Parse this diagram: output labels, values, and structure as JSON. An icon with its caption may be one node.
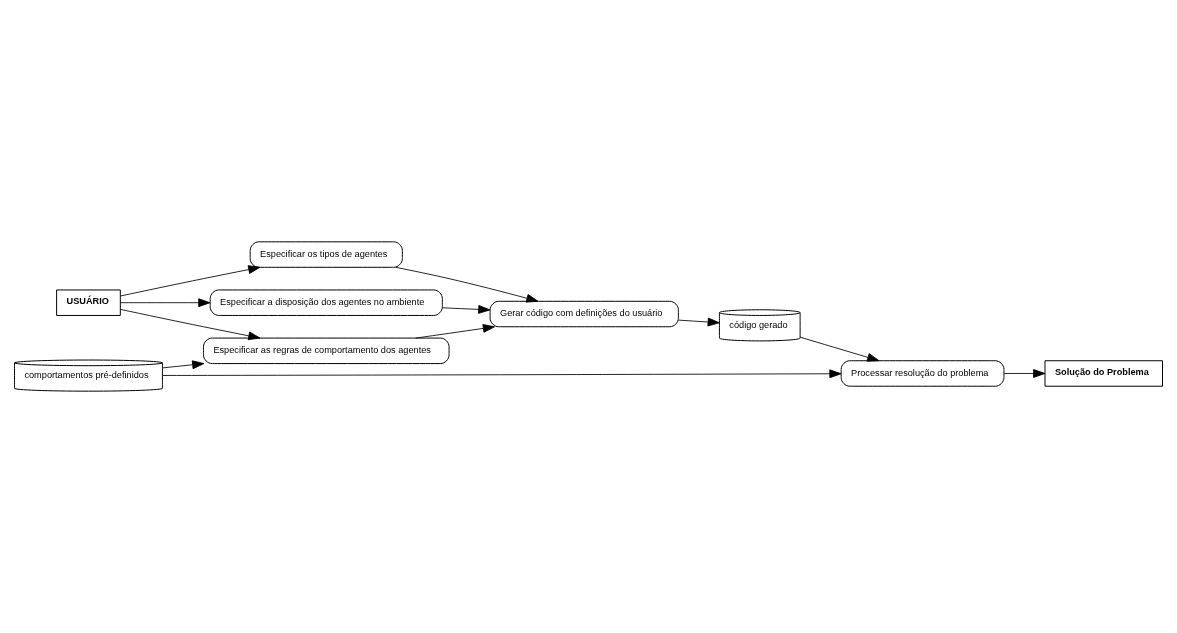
{
  "diagram": {
    "nodes": [
      {
        "text": [
          "USUÁRIO"
        ]
      },
      {
        "text": [
          "Especificar os tipos de agentes"
        ]
      },
      {
        "text": [
          "Especificar as regras de comportamento dos agentes"
        ]
      },
      {
        "text": [
          "Especificar a disposição dos agentes no ambiente"
        ]
      },
      {
        "text": [
          "Gerar código com definições do usuário"
        ]
      },
      {
        "text": [
          "código gerado"
        ]
      },
      {
        "text": [
          "comportamentos pré-definidos"
        ]
      },
      {
        "text": [
          "Processar resolução do problema"
        ]
      },
      {
        "text": [
          "Solução do Problema"
        ]
      }
    ],
    "edges": [
      {
        "from": 0,
        "to": 1,
        "arrow": "to"
      },
      {
        "from": 0,
        "to": 2,
        "arrow": "to"
      },
      {
        "from": 0,
        "to": 3,
        "arrow": "to"
      },
      {
        "from": 6,
        "to": 2,
        "arrow": "to"
      },
      {
        "from": 1,
        "to": 4,
        "arrow": "to"
      },
      {
        "from": 2,
        "to": 4,
        "arrow": "to"
      },
      {
        "from": 3,
        "to": 4,
        "arrow": "to"
      },
      {
        "from": 4,
        "to": 5,
        "arrow": "to"
      },
      {
        "from": 5,
        "to": 7,
        "arrow": "to"
      },
      {
        "from": 6,
        "to": 7,
        "arrow": "to"
      },
      {
        "from": 7,
        "to": 8,
        "arrow": "to"
      }
    ]
  }
}
